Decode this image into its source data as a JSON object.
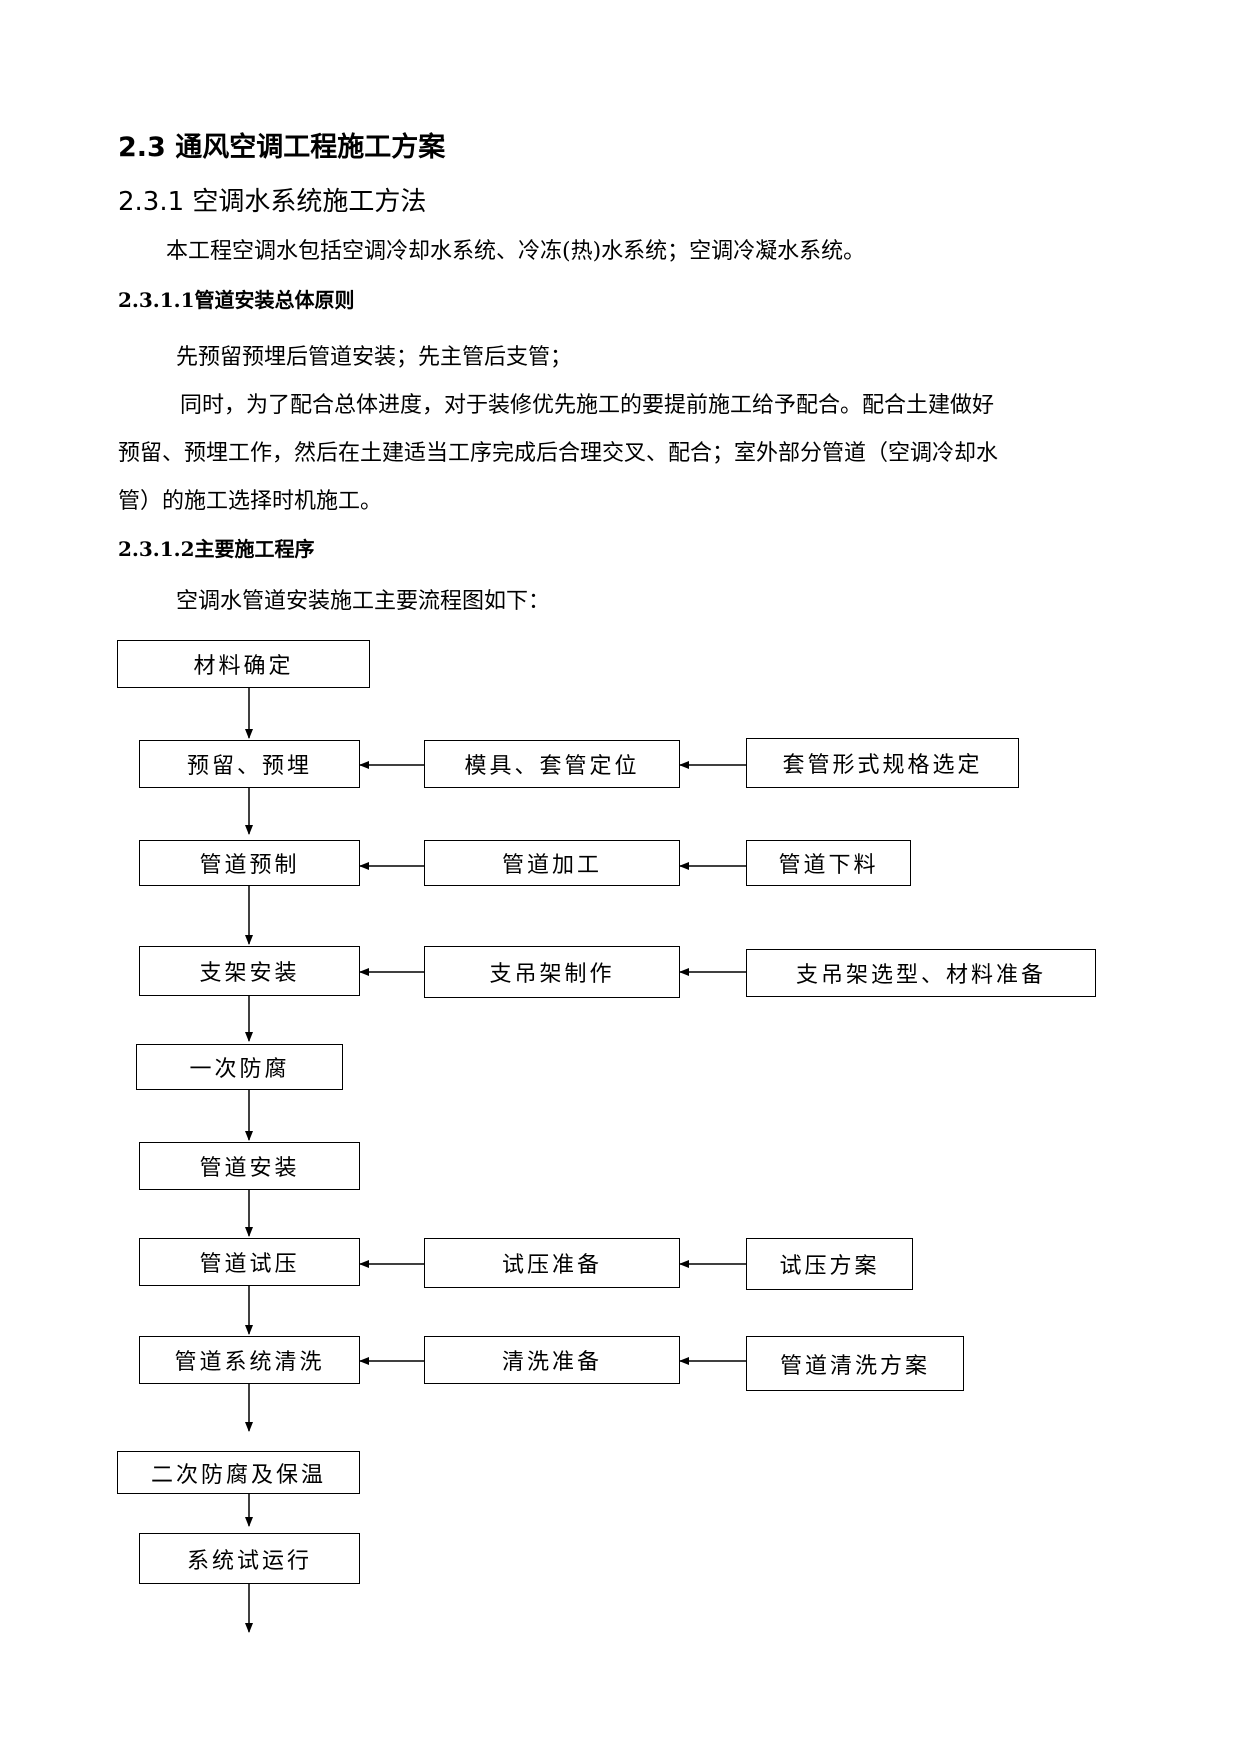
{
  "heading_1": "2.3 通风空调工程施工方案",
  "heading_2": "2.3.1 空调水系统施工方法",
  "intro": "本工程空调水包括空调冷却水系统、冷冻(热)水系统；空调冷凝水系统。",
  "section_1": {
    "title": "2.3.1.1管道安装总体原则",
    "line_1": "先预留预埋后管道安装；先主管后支管；",
    "line_2": "同时，为了配合总体进度，对于装修优先施工的要提前施工给予配合。配合土建做好",
    "line_3": "预留、预埋工作，然后在土建适当工序完成后合理交叉、配合；室外部分管道（空调冷却水",
    "line_4": "管）的施工选择时机施工。"
  },
  "section_2": {
    "title": "2.3.1.2主要施工程序",
    "intro": "空调水管道安装施工主要流程图如下："
  },
  "flowchart": {
    "main": [
      "材料确定",
      "预留、预埋",
      "管道预制",
      "支架安装",
      "一次防腐",
      "管道安装",
      "管道试压",
      "管道系统清洗",
      "二次防腐及保温",
      "系统试运行"
    ],
    "mid": {
      "embed": "模具、套管定位",
      "prefab": "管道加工",
      "support": "支吊架制作",
      "pressure": "试压准备",
      "cleaning": "清洗准备"
    },
    "right": {
      "embed": "套管形式规格选定",
      "prefab": "管道下料",
      "support": "支吊架选型、材料准备",
      "pressure": "试压方案",
      "cleaning": "管道清洗方案"
    }
  }
}
